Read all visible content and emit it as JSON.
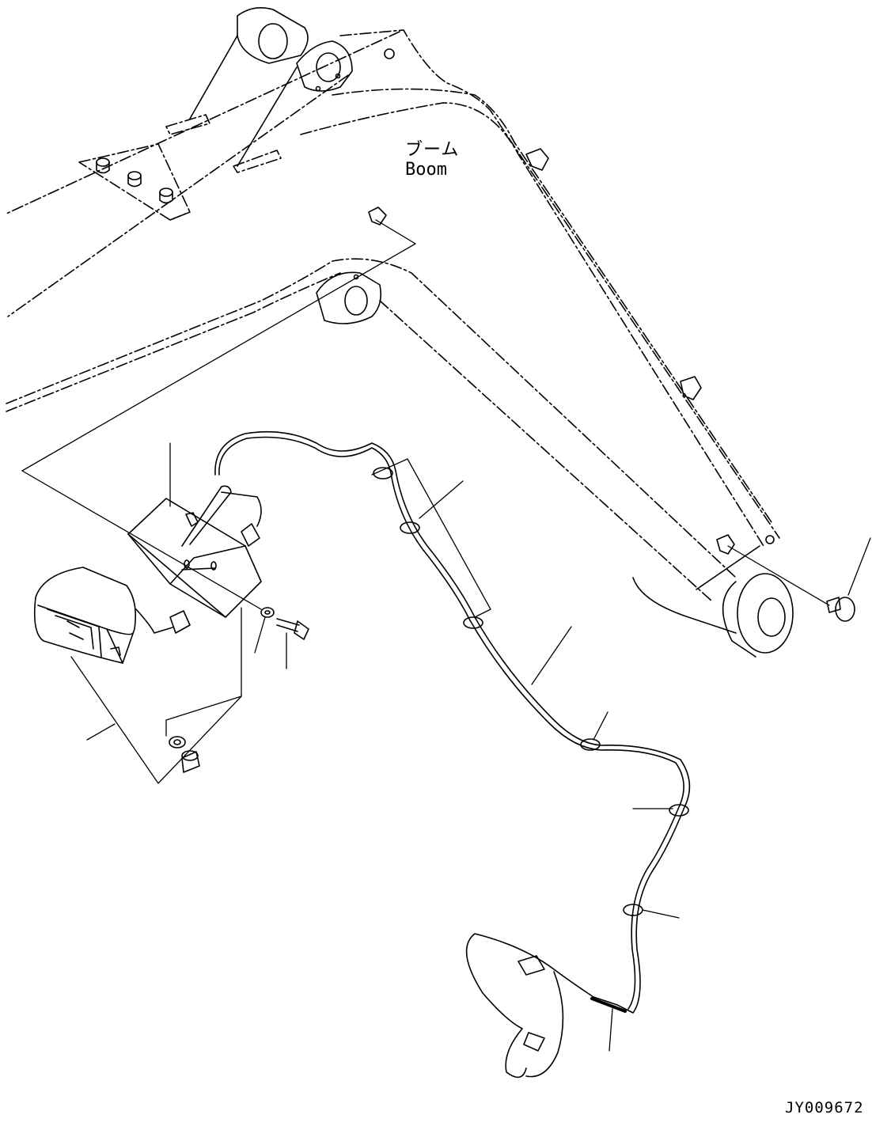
{
  "diagram": {
    "component_label_ja": "ブーム",
    "component_label_en": "Boom",
    "drawing_code": "JY009672"
  }
}
